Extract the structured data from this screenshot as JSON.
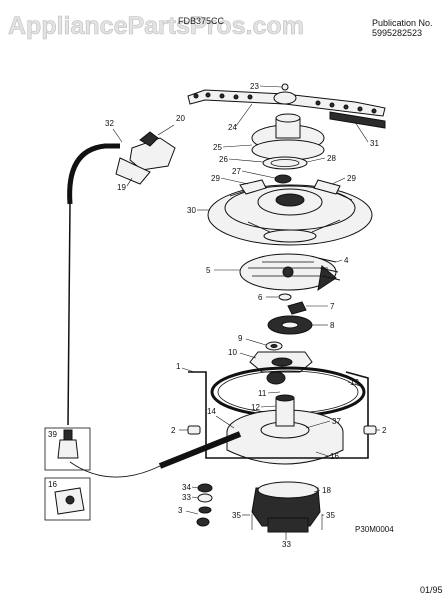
{
  "watermark": "AppliancePartsPros.com",
  "header": {
    "model": "FDB375CC",
    "publication_label": "Publication No.",
    "publication_number": "5995282523"
  },
  "diagram": {
    "code": "P30M0004",
    "date": "01/95",
    "callouts": {
      "c1": "1",
      "c2a": "2",
      "c2b": "2",
      "c3": "3",
      "c4": "4",
      "c5": "5",
      "c6": "6",
      "c7": "7",
      "c8": "8",
      "c9": "9",
      "c10": "10",
      "c11": "11",
      "c12": "12",
      "c13": "13",
      "c14": "14",
      "c16a": "16",
      "c16b": "16",
      "c18": "18",
      "c19": "19",
      "c20": "20",
      "c23": "23",
      "c24": "24",
      "c25": "25",
      "c26": "26",
      "c27": "27",
      "c28": "28",
      "c29a": "29",
      "c29b": "29",
      "c30": "30",
      "c31": "31",
      "c32": "32",
      "c33a": "33",
      "c33b": "33",
      "c34": "34",
      "c35a": "35",
      "c35b": "35",
      "c37": "37",
      "c39": "39"
    }
  }
}
